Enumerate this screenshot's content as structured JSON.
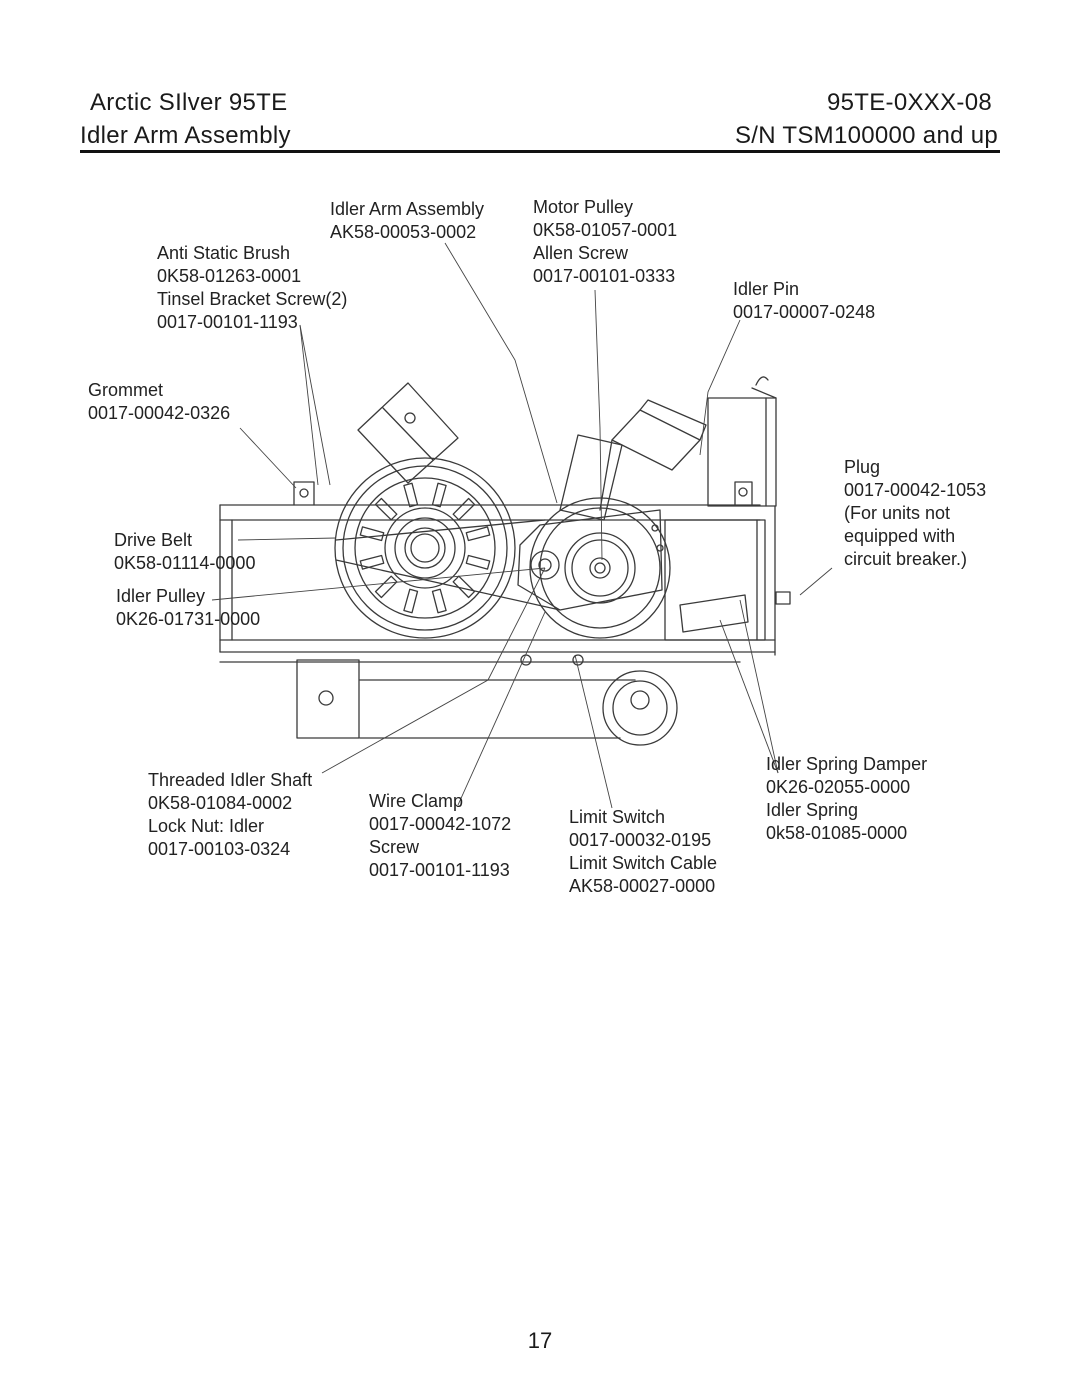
{
  "header": {
    "model": "Arctic SIlver 95TE",
    "section": "Idler Arm Assembly",
    "part_code": "95TE-0XXX-08",
    "serial_range": "S/N TSM100000 and up"
  },
  "labels": {
    "idler_arm_assembly": [
      "Idler Arm Assembly",
      "AK58-00053-0002"
    ],
    "motor_pulley": [
      "Motor Pulley",
      "0K58-01057-0001",
      "Allen Screw",
      "0017-00101-0333"
    ],
    "anti_static_brush": [
      "Anti Static Brush",
      "0K58-01263-0001",
      "Tinsel Bracket Screw(2)",
      "0017-00101-1193"
    ],
    "idler_pin": [
      "Idler Pin",
      "0017-00007-0248"
    ],
    "grommet": [
      "Grommet",
      "0017-00042-0326"
    ],
    "plug": [
      "Plug",
      "0017-00042-1053",
      "(For units not",
      "equipped with",
      "circuit breaker.)"
    ],
    "drive_belt": [
      "Drive Belt",
      "0K58-01114-0000"
    ],
    "idler_pulley": [
      "Idler Pulley",
      "0K26-01731-0000"
    ],
    "idler_spring_damper": [
      "Idler Spring Damper",
      "0K26-02055-0000",
      "Idler Spring",
      "0k58-01085-0000"
    ],
    "threaded_idler_shaft": [
      "Threaded Idler Shaft",
      "0K58-01084-0002",
      "Lock Nut: Idler",
      "0017-00103-0324"
    ],
    "wire_clamp": [
      "Wire Clamp",
      "0017-00042-1072",
      "Screw",
      "0017-00101-1193"
    ],
    "limit_switch": [
      "Limit Switch",
      "0017-00032-0195",
      "Limit Switch Cable",
      "AK58-00027-0000"
    ]
  },
  "page_number": "17"
}
